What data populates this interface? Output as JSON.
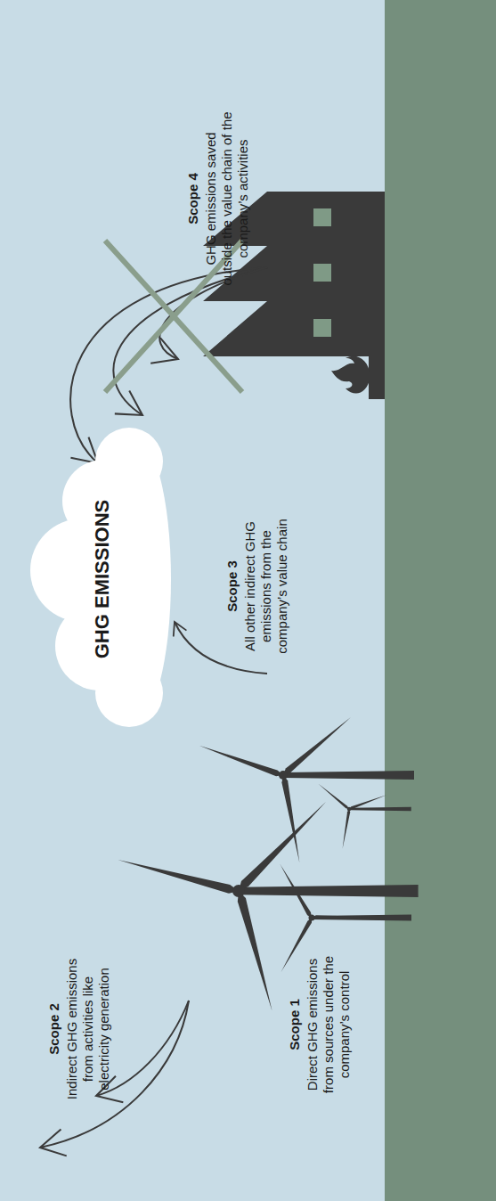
{
  "diagram": {
    "nodes": [
      {
        "text": [
          "GHG EMISSIONS"
        ]
      }
    ],
    "labels": [
      "Scope 2",
      "Indirect GHG emissions from activities like electricity generation",
      "Scope 1",
      "Direct GHG emissions from sources under the company’s control",
      "Scope 3",
      "All other indirect GHG emissions from the company’s value chain",
      "Scope 4",
      "GHG emissions saved outside the value chain of the company’s activities"
    ]
  }
}
